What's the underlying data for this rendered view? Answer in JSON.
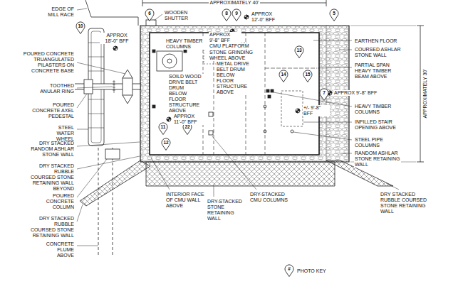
{
  "diagram": {
    "nodes": [
      {
        "text": [
          "6"
        ]
      },
      {
        "text": [
          "8"
        ]
      },
      {
        "text": [
          "9"
        ]
      },
      {
        "text": [
          "5"
        ]
      },
      {
        "text": [
          "10"
        ]
      },
      {
        "text": [
          "13"
        ]
      },
      {
        "text": [
          "14"
        ]
      },
      {
        "text": [
          "15"
        ]
      },
      {
        "text": [
          "7"
        ]
      },
      {
        "text": [
          "11"
        ]
      },
      {
        "text": [
          "22"
        ]
      },
      {
        "text": [
          "12"
        ]
      },
      {
        "text": [
          "#"
        ]
      }
    ],
    "labels": [
      "APPROXIMATELY 40'",
      "EDGE OF MILL RACE",
      "WOODEN SHUTTER",
      "APPROX 12'-0\" BFF",
      "APPROX 18'-0\" BFF",
      "POURED CONCRETE TRUANGULATED PILASTERS ON CONCRETE BASE",
      "TOOTHED ANULAR RING",
      "POURED CONCRETE AXEL PEDESTAL",
      "STEEL WATER WHEEL",
      "DRY STACKED RANDOM ASHLAR STONE WALL",
      "DRY STACKED RUBBLE COURSED STONE RETAINING WALL BEYOND",
      "POURED CONCRETE COLUMN",
      "DRY STACKED RUBBLE COURSED STONE RETAINING WALL",
      "CONCRETE FLUME ABOVE",
      "HEAVY TIMBER COLUMNS",
      "APPROX 9'-8\" BFF",
      "CMU PLATFORM",
      "STONE GRINDING WHEEL ABOVE",
      "METAL DRIVE BELT DRUM BELOW FLOOR STRUCTURE ABOVE",
      "SOILD WOOD DRIVE BELT DRUM BELOW FLOOR STRUCTURE ABOVE",
      "APPROX 11'-0\" BFF",
      "EARTHEN FLOOR",
      "COURSED ASHLAR STONE WALL",
      "PARTIAL SPAN HEAVY TIMBER BEAM ABOVE",
      "APPROX 9'-8\" BFF",
      "HEAVY TIMBER COLUMNS",
      "+/- 9'-8\" BFF",
      "INFILLED STAIR OPENING ABOVE",
      "STEEL PIPE COLUMNS",
      "RANDOM ASHLAR STONE RETAINING WALL",
      "APPROXIMATELY 30'",
      "INTERIOR FACE OF CMU WALL ABOVE",
      "DRY-STACKED STONE RETAINING WALL",
      "DRY-STACKED CMU COLUMNS",
      "DRY STACKED RUBBLE COURSED STONE RETAINING WALL",
      "PHOTO KEY"
    ]
  }
}
